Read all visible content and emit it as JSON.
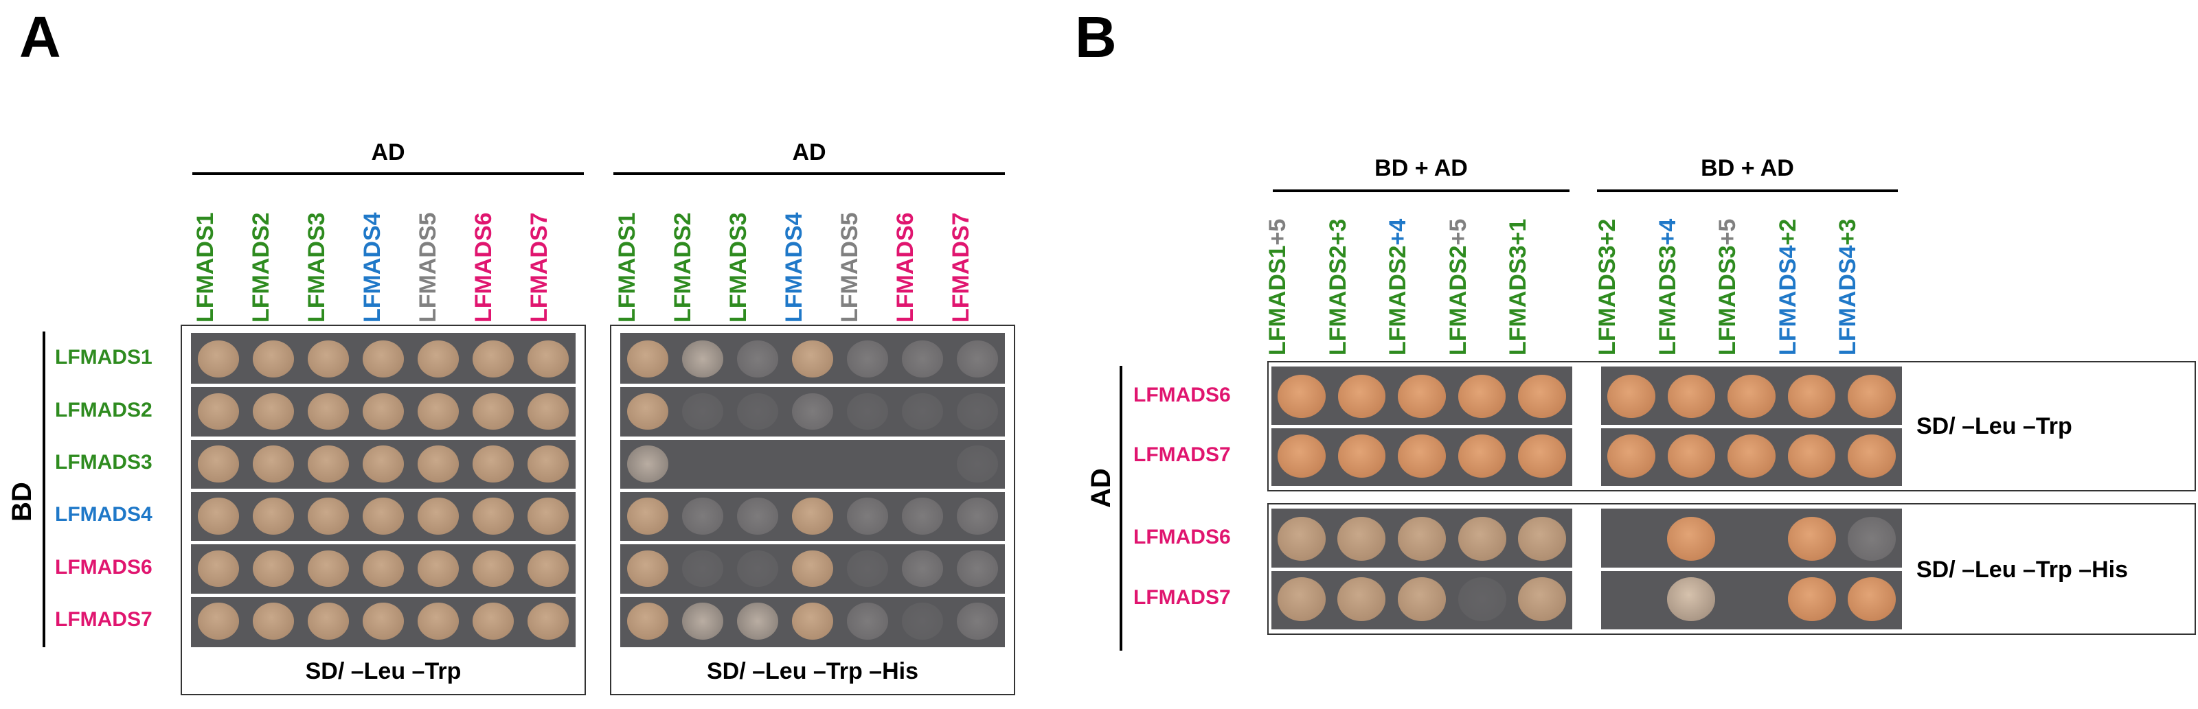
{
  "panel_a": {
    "letter": "A",
    "ad_header_left": "AD",
    "ad_header_right": "AD",
    "bd_label": "BD",
    "columns": [
      {
        "text": "LFMADS1",
        "color": "#2e8b1f"
      },
      {
        "text": "LFMADS2",
        "color": "#2e8b1f"
      },
      {
        "text": "LFMADS3",
        "color": "#2e8b1f"
      },
      {
        "text": "LFMADS4",
        "color": "#1f78c8"
      },
      {
        "text": "LFMADS5",
        "color": "#808080"
      },
      {
        "text": "LFMADS6",
        "color": "#e0156f"
      },
      {
        "text": "LFMADS7",
        "color": "#e0156f"
      }
    ],
    "rows": [
      {
        "text": "LFMADS1",
        "color": "#2e8b1f"
      },
      {
        "text": "LFMADS2",
        "color": "#2e8b1f"
      },
      {
        "text": "LFMADS3",
        "color": "#2e8b1f"
      },
      {
        "text": "LFMADS4",
        "color": "#1f78c8"
      },
      {
        "text": "LFMADS6",
        "color": "#e0156f"
      },
      {
        "text": "LFMADS7",
        "color": "#e0156f"
      }
    ],
    "medium_left": "SD/ –Leu –Trp",
    "medium_right": "SD/ –Leu –Trp –His",
    "growth_left": [
      [
        1,
        1,
        1,
        1,
        1,
        1,
        1
      ],
      [
        1,
        1,
        1,
        1,
        1,
        1,
        1
      ],
      [
        1,
        1,
        1,
        1,
        1,
        1,
        1
      ],
      [
        1,
        1,
        1,
        1,
        1,
        1,
        1
      ],
      [
        1,
        1,
        1,
        1,
        1,
        1,
        1
      ],
      [
        1,
        1,
        1,
        1,
        1,
        1,
        1
      ]
    ],
    "growth_right": [
      [
        1,
        0.5,
        0.1,
        1,
        0.1,
        0.1,
        0.15
      ],
      [
        1,
        0.05,
        0.05,
        0.3,
        0.05,
        0.05,
        0.05
      ],
      [
        0.6,
        0,
        0,
        0,
        0,
        0,
        0.05
      ],
      [
        1,
        0.15,
        0.1,
        1,
        0.15,
        0.15,
        0.2
      ],
      [
        1,
        0.05,
        0.05,
        1,
        0.05,
        0.1,
        0.3
      ],
      [
        1,
        0.4,
        0.4,
        1,
        0.3,
        0.05,
        0.3
      ]
    ]
  },
  "panel_b": {
    "letter": "B",
    "header_left": "BD + AD",
    "header_right": "BD + AD",
    "ad_label": "AD",
    "columns_left": [
      {
        "base": "LFMADS1",
        "base_color": "#2e8b1f",
        "suffix": "+5",
        "suffix_color": "#808080"
      },
      {
        "base": "LFMADS2",
        "base_color": "#2e8b1f",
        "suffix": "+3",
        "suffix_color": "#2e8b1f"
      },
      {
        "base": "LFMADS2",
        "base_color": "#2e8b1f",
        "suffix": "+4",
        "suffix_color": "#1f78c8"
      },
      {
        "base": "LFMADS2",
        "base_color": "#2e8b1f",
        "suffix": "+5",
        "suffix_color": "#808080"
      },
      {
        "base": "LFMADS3",
        "base_color": "#2e8b1f",
        "suffix": "+1",
        "suffix_color": "#2e8b1f"
      }
    ],
    "columns_right": [
      {
        "base": "LFMADS3",
        "base_color": "#2e8b1f",
        "suffix": "+2",
        "suffix_color": "#2e8b1f"
      },
      {
        "base": "LFMADS3",
        "base_color": "#2e8b1f",
        "suffix": "+4",
        "suffix_color": "#1f78c8"
      },
      {
        "base": "LFMADS3",
        "base_color": "#2e8b1f",
        "suffix": "+5",
        "suffix_color": "#808080"
      },
      {
        "base": "LFMADS4",
        "base_color": "#1f78c8",
        "suffix": "+2",
        "suffix_color": "#2e8b1f"
      },
      {
        "base": "LFMADS4",
        "base_color": "#1f78c8",
        "suffix": "+3",
        "suffix_color": "#2e8b1f"
      }
    ],
    "rows_top": [
      {
        "text": "LFMADS6",
        "color": "#e0156f"
      },
      {
        "text": "LFMADS7",
        "color": "#e0156f"
      }
    ],
    "rows_bottom": [
      {
        "text": "LFMADS6",
        "color": "#e0156f"
      },
      {
        "text": "LFMADS7",
        "color": "#e0156f"
      }
    ],
    "medium_top": "SD/ –Leu –Trp",
    "medium_bottom": "SD/ –Leu –Trp –His",
    "growth_top_left": [
      [
        1,
        1,
        1,
        1,
        1
      ],
      [
        1,
        1,
        1,
        1,
        1
      ]
    ],
    "growth_top_right": [
      [
        1,
        1,
        1,
        1,
        1
      ],
      [
        1,
        1,
        1,
        1,
        1
      ]
    ],
    "growth_bottom_left": [
      [
        1,
        1,
        1,
        1,
        1
      ],
      [
        1,
        1,
        1,
        0.05,
        1
      ]
    ],
    "growth_bottom_right": [
      [
        0,
        1,
        0,
        1,
        0.1
      ],
      [
        0,
        0.8,
        0,
        1,
        1
      ]
    ]
  }
}
